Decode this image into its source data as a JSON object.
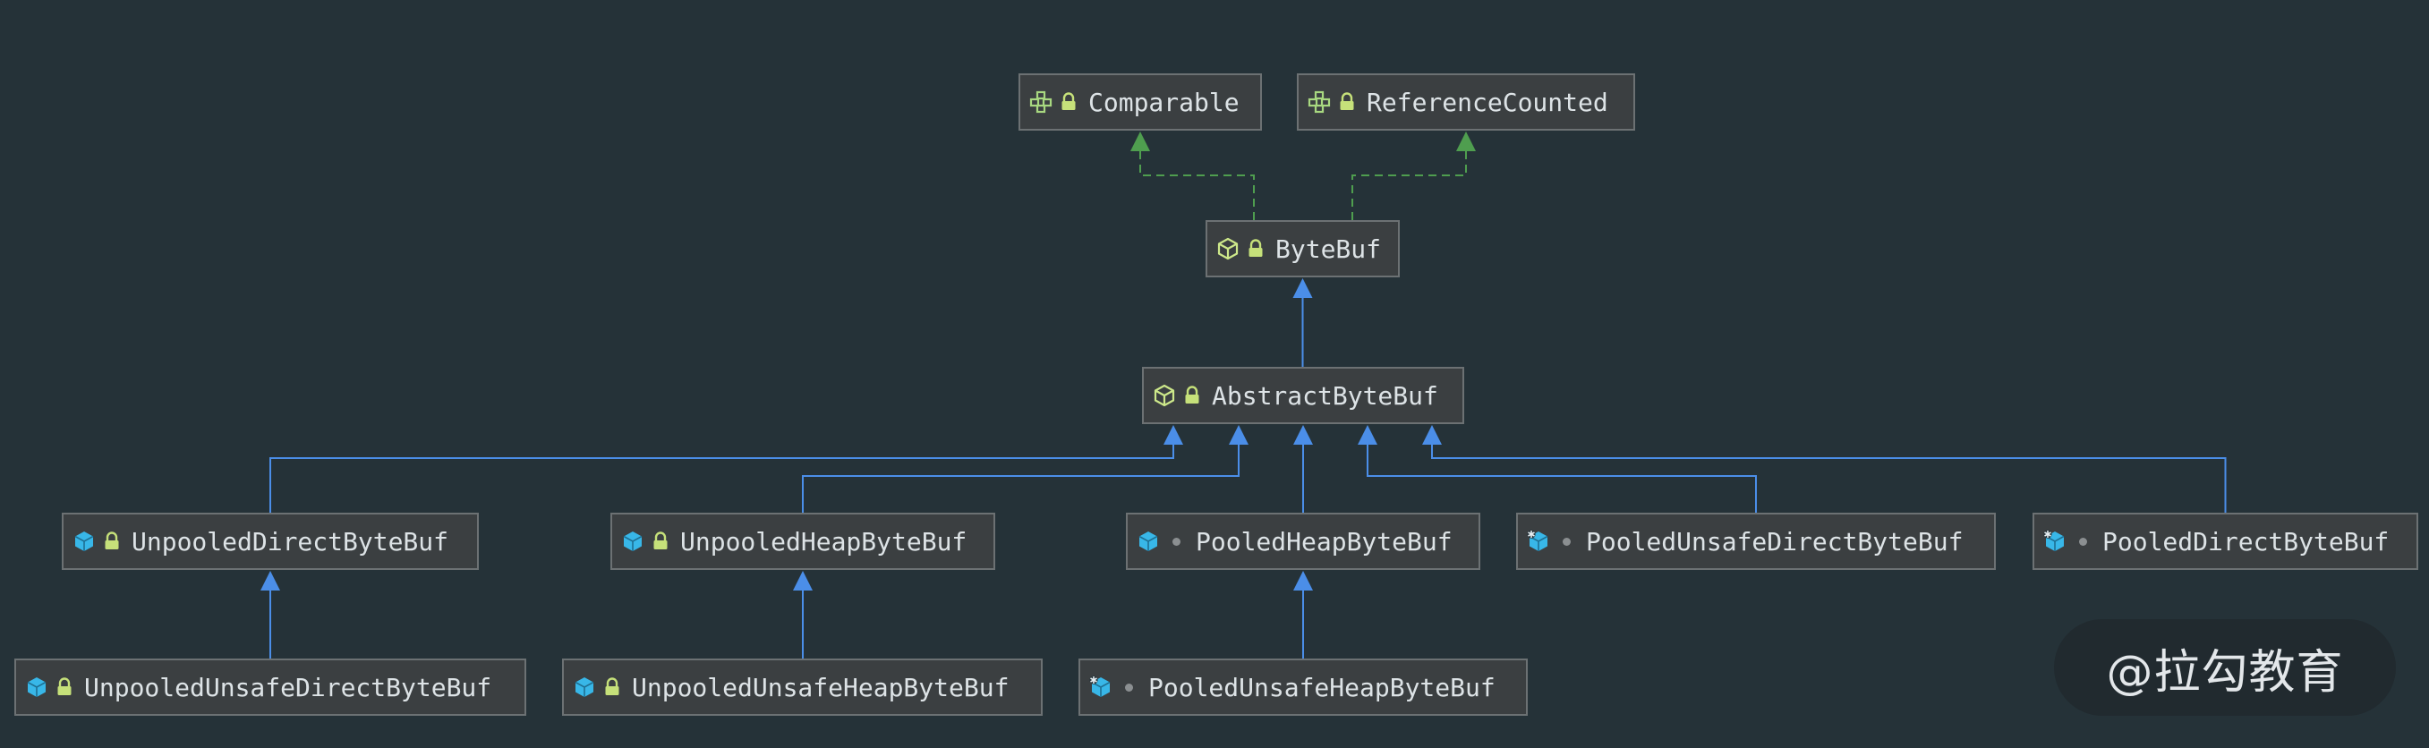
{
  "colors": {
    "background": "#253238",
    "node_fill": "#3b3f41",
    "node_border": "#6c7173",
    "text": "#dde3e6",
    "extends_line": "#4b8ee8",
    "implements_line": "#4f9e4f",
    "class_icon": "#38b7e8",
    "abstract_icon": "#cde88a",
    "interface_icon": "#a8d880",
    "lock": "#c6e17a"
  },
  "nodes": [
    {
      "id": "comparable",
      "label": "Comparable",
      "icon": "interface-icon",
      "access": "lock-icon"
    },
    {
      "id": "referencecounted",
      "label": "ReferenceCounted",
      "icon": "interface-icon",
      "access": "lock-icon"
    },
    {
      "id": "bytebuf",
      "label": "ByteBuf",
      "icon": "abstract-class-icon",
      "access": "lock-icon"
    },
    {
      "id": "abstractbytebuf",
      "label": "AbstractByteBuf",
      "icon": "abstract-class-icon",
      "access": "lock-icon"
    },
    {
      "id": "unpooleddirectbytebuf",
      "label": "UnpooledDirectByteBuf",
      "icon": "class-icon",
      "access": "lock-icon"
    },
    {
      "id": "unpooledheapbytebuf",
      "label": "UnpooledHeapByteBuf",
      "icon": "class-icon",
      "access": "lock-icon"
    },
    {
      "id": "pooledheapbytebuf",
      "label": "PooledHeapByteBuf",
      "icon": "class-icon",
      "access": "package-private-icon"
    },
    {
      "id": "pooledunsafedirectbytebuf",
      "label": "PooledUnsafeDirectByteBuf",
      "icon": "final-class-icon",
      "access": "package-private-icon"
    },
    {
      "id": "pooleddirectbytebuf",
      "label": "PooledDirectByteBuf",
      "icon": "final-class-icon",
      "access": "package-private-icon"
    },
    {
      "id": "unpooledunsafedirectbytebuf",
      "label": "UnpooledUnsafeDirectByteBuf",
      "icon": "class-icon",
      "access": "lock-icon"
    },
    {
      "id": "unpooledunsafeheapbytebuf",
      "label": "UnpooledUnsafeHeapByteBuf",
      "icon": "class-icon",
      "access": "lock-icon"
    },
    {
      "id": "pooledunsafeheapbytebuf",
      "label": "PooledUnsafeHeapByteBuf",
      "icon": "final-class-icon",
      "access": "package-private-icon"
    }
  ],
  "edges": [
    {
      "from": "bytebuf",
      "to": "comparable",
      "kind": "implements"
    },
    {
      "from": "bytebuf",
      "to": "referencecounted",
      "kind": "implements"
    },
    {
      "from": "abstractbytebuf",
      "to": "bytebuf",
      "kind": "extends"
    },
    {
      "from": "unpooleddirectbytebuf",
      "to": "abstractbytebuf",
      "kind": "extends"
    },
    {
      "from": "unpooledheapbytebuf",
      "to": "abstractbytebuf",
      "kind": "extends"
    },
    {
      "from": "pooledheapbytebuf",
      "to": "abstractbytebuf",
      "kind": "extends"
    },
    {
      "from": "pooledunsafedirectbytebuf",
      "to": "abstractbytebuf",
      "kind": "extends"
    },
    {
      "from": "pooleddirectbytebuf",
      "to": "abstractbytebuf",
      "kind": "extends"
    },
    {
      "from": "unpooledunsafedirectbytebuf",
      "to": "unpooleddirectbytebuf",
      "kind": "extends"
    },
    {
      "from": "unpooledunsafeheapbytebuf",
      "to": "unpooledheapbytebuf",
      "kind": "extends"
    },
    {
      "from": "pooledunsafeheapbytebuf",
      "to": "pooledheapbytebuf",
      "kind": "extends"
    }
  ],
  "watermark": "@拉勾教育"
}
